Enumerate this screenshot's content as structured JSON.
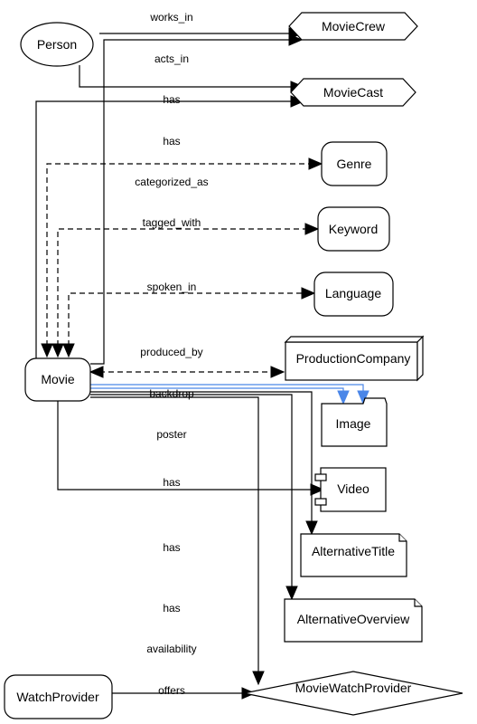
{
  "nodes": {
    "person": "Person",
    "movie_crew": "MovieCrew",
    "movie_cast": "MovieCast",
    "genre": "Genre",
    "keyword": "Keyword",
    "language": "Language",
    "movie": "Movie",
    "production_company": "ProductionCompany",
    "image": "Image",
    "video": "Video",
    "alternative_title": "AlternativeTitle",
    "alternative_overview": "AlternativeOverview",
    "watch_provider": "WatchProvider",
    "movie_watch_provider": "MovieWatchProvider"
  },
  "edges": {
    "works_in": "works_in",
    "acts_in": "acts_in",
    "has_cast": "has",
    "has_genre": "has",
    "categorized_as": "categorized_as",
    "tagged_with": "tagged_with",
    "spoken_in": "spoken_in",
    "produced_by": "produced_by",
    "backdrop": "backdrop",
    "poster": "poster",
    "has_video": "has",
    "has_alt_title": "has",
    "has_alt_overview": "has",
    "availability": "availability",
    "offers": "offers"
  }
}
